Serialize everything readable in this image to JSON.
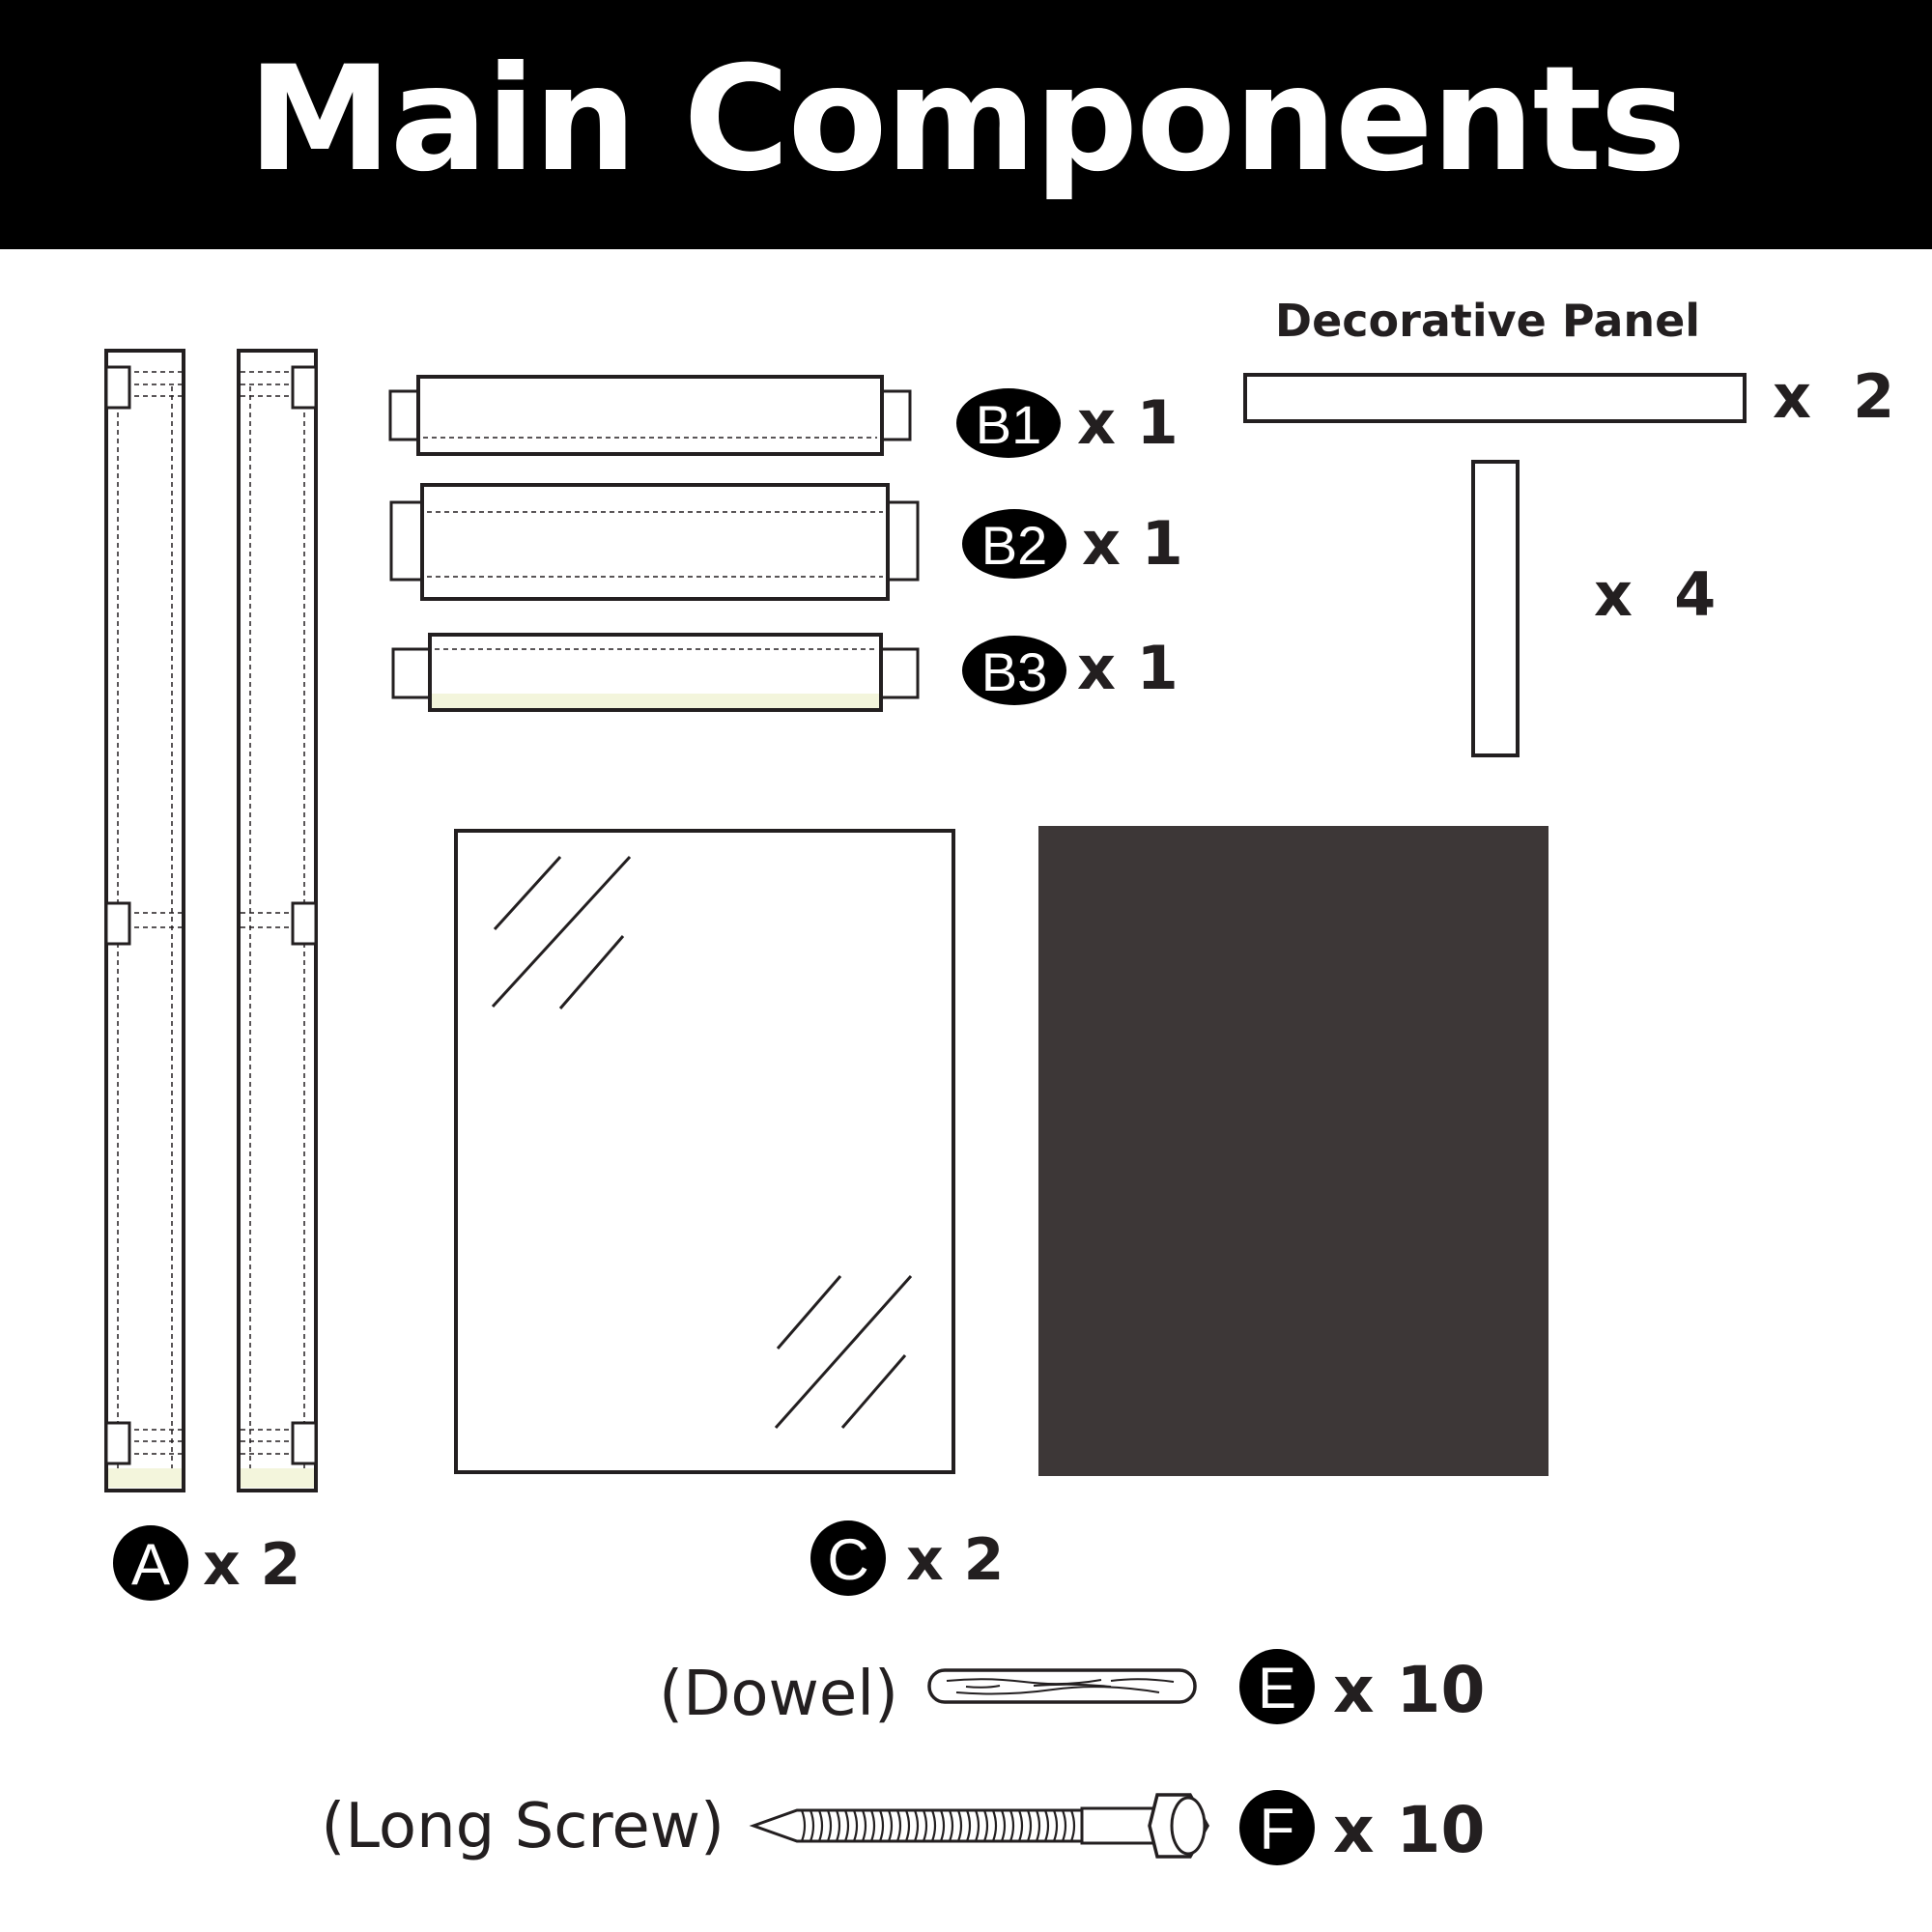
{
  "header": {
    "title": "Main Components"
  },
  "colors": {
    "header_bg": "#000000",
    "ink": "#231f20",
    "back_panel": "#3d3737",
    "cream_tint": "#f3f5dc"
  },
  "decorative_panel": {
    "title": "Decorative Panel",
    "horizontal_qty": "x  2",
    "vertical_qty": "x  4"
  },
  "parts": [
    {
      "id": "A",
      "qty": "x 2",
      "icon": "rail-icon"
    },
    {
      "id": "B1",
      "qty": "x 1",
      "icon": "crossbar-icon"
    },
    {
      "id": "B2",
      "qty": "x 1",
      "icon": "crossbar-icon"
    },
    {
      "id": "B3",
      "qty": "x 1",
      "icon": "crossbar-icon"
    },
    {
      "id": "C",
      "qty": "x 2",
      "icon": "glass-panel-icon"
    },
    {
      "id": "E",
      "qty": "x 10",
      "name": "(Dowel)",
      "icon": "dowel-icon"
    },
    {
      "id": "F",
      "qty": "x 10",
      "name": "(Long Screw)",
      "icon": "screw-icon"
    }
  ]
}
